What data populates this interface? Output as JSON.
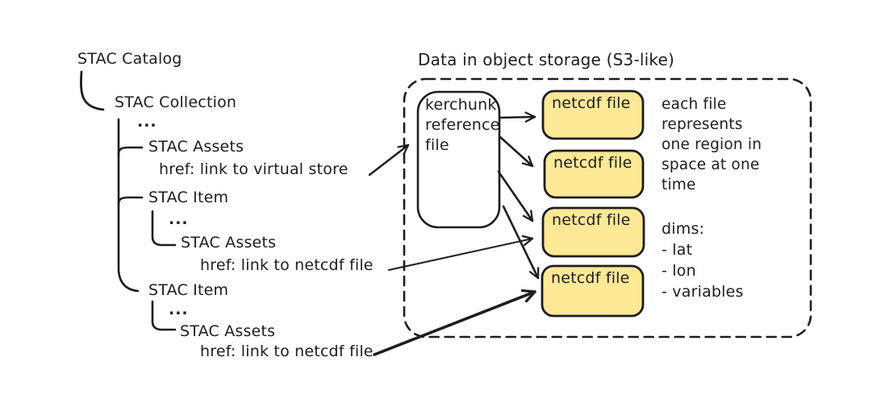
{
  "colors": {
    "ink": "#1d1d1d",
    "netcdf_fill": "#fce895",
    "background": "#ffffff"
  },
  "tree": {
    "root": "STAC Catalog",
    "collection": "STAC Collection",
    "collection_ellipsis": "...",
    "assets": {
      "label": "STAC Assets",
      "href": "href: link to virtual store"
    },
    "items": [
      {
        "label": "STAC Item",
        "ellipsis": "...",
        "assets_label": "STAC Assets",
        "href": "href: link to netcdf file"
      },
      {
        "label": "STAC Item",
        "ellipsis": "...",
        "assets_label": "STAC Assets",
        "href": "href: link to netcdf file"
      }
    ]
  },
  "storage": {
    "title": "Data in object storage (S3-like)",
    "kerchunk_label": "kerchunk reference file",
    "netcdf_files": [
      {
        "label": "netcdf file"
      },
      {
        "label": "netcdf file"
      },
      {
        "label": "netcdf file"
      },
      {
        "label": "netcdf file"
      }
    ],
    "note": "each file represents one region in space at one time",
    "dims_heading": "dims:",
    "dims": [
      "- lat",
      "- lon",
      "- variables"
    ]
  }
}
